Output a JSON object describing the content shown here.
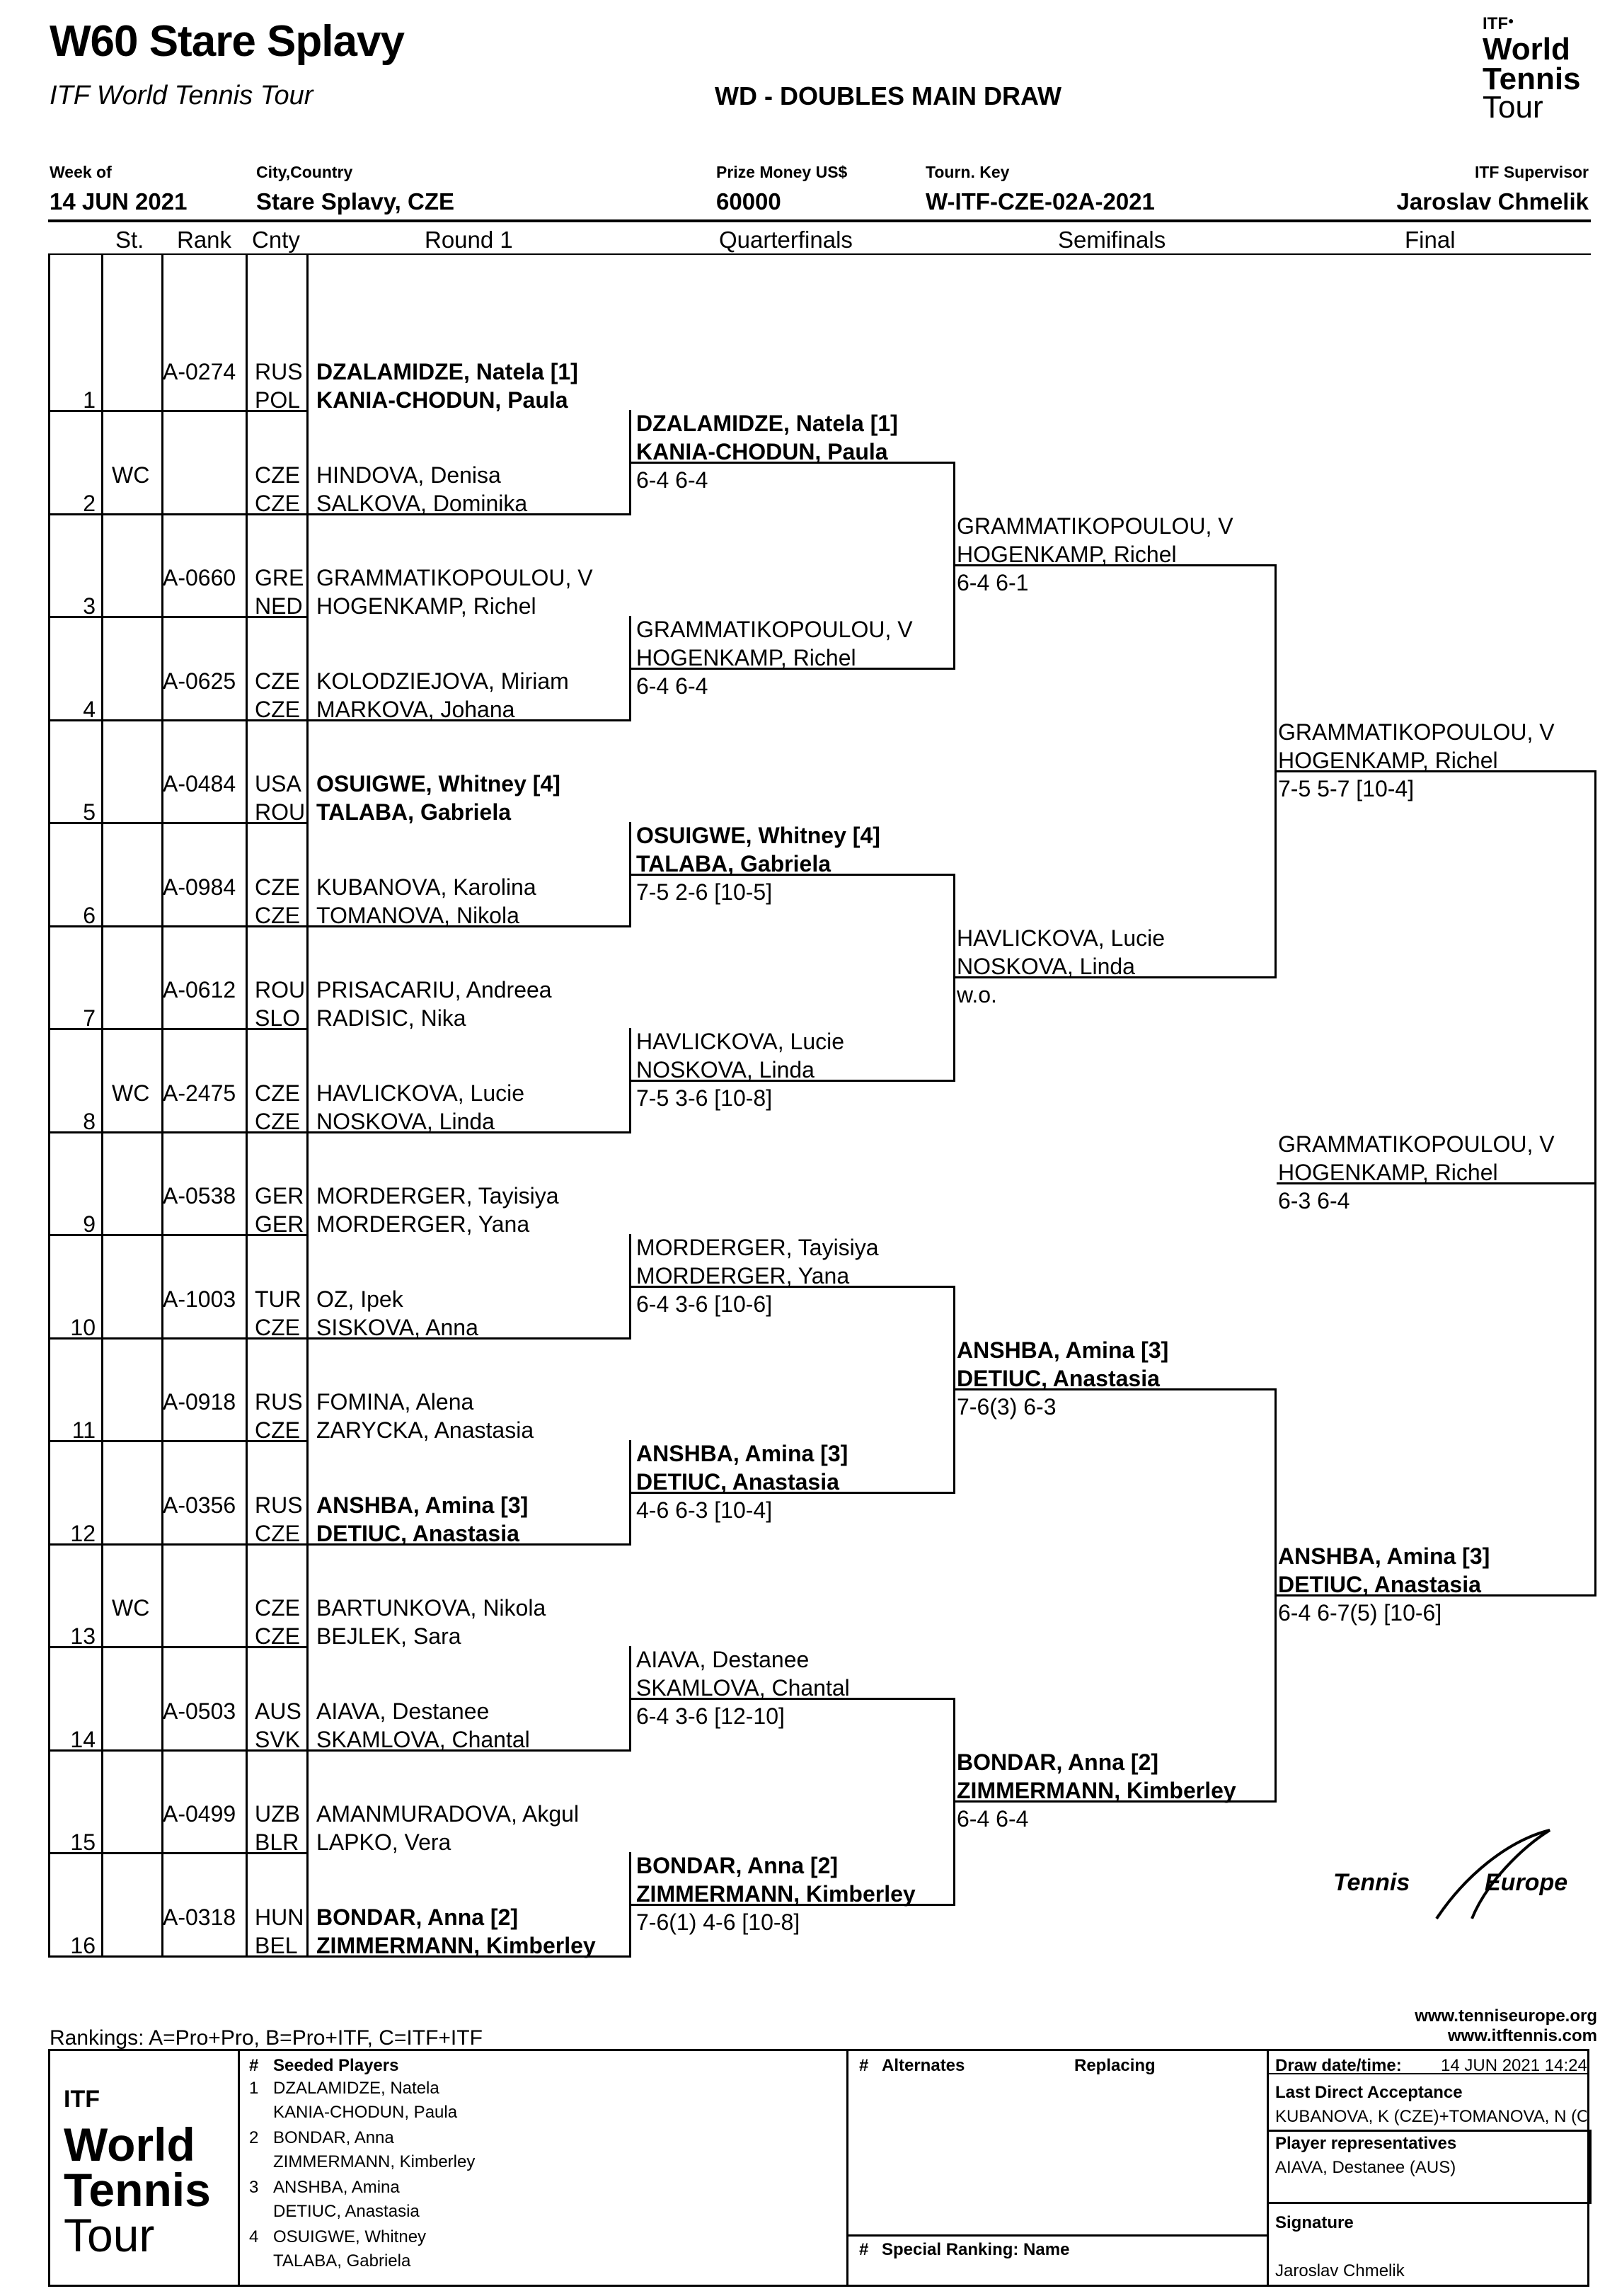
{
  "tournament": {
    "name": "W60 Stare Splavy",
    "tour": "ITF World Tennis Tour",
    "draw_type": "WD - DOUBLES MAIN DRAW"
  },
  "logo": {
    "itf": "ITF",
    "line1": "World",
    "line2": "Tennis",
    "line3": "Tour",
    "tm": "™"
  },
  "info": {
    "week_label": "Week of",
    "week": "14 JUN 2021",
    "city_label": "City,Country",
    "city": "Stare Splavy, CZE",
    "prize_label": "Prize Money US$",
    "prize": "60000",
    "key_label": "Tourn. Key",
    "key": "W-ITF-CZE-02A-2021",
    "supervisor_label": "ITF Supervisor",
    "supervisor": "Jaroslav Chmelik"
  },
  "columns": {
    "st": "St.",
    "rank": "Rank",
    "cnty": "Cnty",
    "r1": "Round 1",
    "qf": "Quarterfinals",
    "sf": "Semifinals",
    "final": "Final"
  },
  "round1": [
    {
      "n": "1",
      "st": "",
      "rank": "A-0274",
      "c1": "RUS",
      "c2": "POL",
      "p1": "DZALAMIDZE, Natela [1]",
      "p2": "KANIA-CHODUN, Paula",
      "bold": true
    },
    {
      "n": "2",
      "st": "WC",
      "rank": "",
      "c1": "CZE",
      "c2": "CZE",
      "p1": "HINDOVA, Denisa",
      "p2": "SALKOVA, Dominika",
      "bold": false
    },
    {
      "n": "3",
      "st": "",
      "rank": "A-0660",
      "c1": "GRE",
      "c2": "NED",
      "p1": "GRAMMATIKOPOULOU, V",
      "p2": "HOGENKAMP, Richel",
      "bold": false
    },
    {
      "n": "4",
      "st": "",
      "rank": "A-0625",
      "c1": "CZE",
      "c2": "CZE",
      "p1": "KOLODZIEJOVA, Miriam",
      "p2": "MARKOVA, Johana",
      "bold": false
    },
    {
      "n": "5",
      "st": "",
      "rank": "A-0484",
      "c1": "USA",
      "c2": "ROU",
      "p1": "OSUIGWE, Whitney [4]",
      "p2": "TALABA, Gabriela",
      "bold": true
    },
    {
      "n": "6",
      "st": "",
      "rank": "A-0984",
      "c1": "CZE",
      "c2": "CZE",
      "p1": "KUBANOVA, Karolina",
      "p2": "TOMANOVA, Nikola",
      "bold": false
    },
    {
      "n": "7",
      "st": "",
      "rank": "A-0612",
      "c1": "ROU",
      "c2": "SLO",
      "p1": "PRISACARIU, Andreea",
      "p2": "RADISIC, Nika",
      "bold": false
    },
    {
      "n": "8",
      "st": "WC",
      "rank": "A-2475",
      "c1": "CZE",
      "c2": "CZE",
      "p1": "HAVLICKOVA, Lucie",
      "p2": "NOSKOVA, Linda",
      "bold": false
    },
    {
      "n": "9",
      "st": "",
      "rank": "A-0538",
      "c1": "GER",
      "c2": "GER",
      "p1": "MORDERGER, Tayisiya",
      "p2": "MORDERGER, Yana",
      "bold": false
    },
    {
      "n": "10",
      "st": "",
      "rank": "A-1003",
      "c1": "TUR",
      "c2": "CZE",
      "p1": "OZ, Ipek",
      "p2": "SISKOVA, Anna",
      "bold": false
    },
    {
      "n": "11",
      "st": "",
      "rank": "A-0918",
      "c1": "RUS",
      "c2": "CZE",
      "p1": "FOMINA, Alena",
      "p2": "ZARYCKA, Anastasia",
      "bold": false
    },
    {
      "n": "12",
      "st": "",
      "rank": "A-0356",
      "c1": "RUS",
      "c2": "CZE",
      "p1": "ANSHBA, Amina [3]",
      "p2": "DETIUC, Anastasia",
      "bold": true
    },
    {
      "n": "13",
      "st": "WC",
      "rank": "",
      "c1": "CZE",
      "c2": "CZE",
      "p1": "BARTUNKOVA, Nikola",
      "p2": "BEJLEK, Sara",
      "bold": false
    },
    {
      "n": "14",
      "st": "",
      "rank": "A-0503",
      "c1": "AUS",
      "c2": "SVK",
      "p1": "AIAVA, Destanee",
      "p2": "SKAMLOVA, Chantal",
      "bold": false
    },
    {
      "n": "15",
      "st": "",
      "rank": "A-0499",
      "c1": "UZB",
      "c2": "BLR",
      "p1": "AMANMURADOVA, Akgul",
      "p2": "LAPKO, Vera",
      "bold": false
    },
    {
      "n": "16",
      "st": "",
      "rank": "A-0318",
      "c1": "HUN",
      "c2": "BEL",
      "p1": "BONDAR, Anna [2]",
      "p2": "ZIMMERMANN, Kimberley",
      "bold": true
    }
  ],
  "quarterfinals": [
    {
      "p1": "DZALAMIDZE, Natela [1]",
      "p2": "KANIA-CHODUN, Paula",
      "score": "6-4 6-4",
      "bold": true
    },
    {
      "p1": "GRAMMATIKOPOULOU, V",
      "p2": "HOGENKAMP, Richel",
      "score": "6-4 6-4",
      "bold": false
    },
    {
      "p1": "OSUIGWE, Whitney [4]",
      "p2": "TALABA, Gabriela",
      "score": "7-5 2-6 [10-5]",
      "bold": true
    },
    {
      "p1": "HAVLICKOVA, Lucie",
      "p2": "NOSKOVA, Linda",
      "score": "7-5 3-6 [10-8]",
      "bold": false
    },
    {
      "p1": "MORDERGER, Tayisiya",
      "p2": "MORDERGER, Yana",
      "score": "6-4 3-6 [10-6]",
      "bold": false
    },
    {
      "p1": "ANSHBA, Amina [3]",
      "p2": "DETIUC, Anastasia",
      "score": "4-6 6-3 [10-4]",
      "bold": true
    },
    {
      "p1": "AIAVA, Destanee",
      "p2": "SKAMLOVA, Chantal",
      "score": "6-4 3-6 [12-10]",
      "bold": false
    },
    {
      "p1": "BONDAR, Anna [2]",
      "p2": "ZIMMERMANN, Kimberley",
      "score": "7-6(1) 4-6 [10-8]",
      "bold": true
    }
  ],
  "semifinals": [
    {
      "p1": "GRAMMATIKOPOULOU, V",
      "p2": "HOGENKAMP, Richel",
      "score": "6-4 6-1",
      "bold": false
    },
    {
      "p1": "HAVLICKOVA, Lucie",
      "p2": "NOSKOVA, Linda",
      "score": "w.o.",
      "bold": false
    },
    {
      "p1": "ANSHBA, Amina [3]",
      "p2": "DETIUC, Anastasia",
      "score": "7-6(3) 6-3",
      "bold": true
    },
    {
      "p1": "BONDAR, Anna [2]",
      "p2": "ZIMMERMANN, Kimberley",
      "score": "6-4 6-4",
      "bold": true
    }
  ],
  "finalists": [
    {
      "p1": "GRAMMATIKOPOULOU, V",
      "p2": "HOGENKAMP, Richel",
      "score": "7-5 5-7 [10-4]",
      "bold": false
    },
    {
      "p1": "ANSHBA, Amina [3]",
      "p2": "DETIUC, Anastasia",
      "score": "6-4 6-7(5) [10-6]",
      "bold": true
    }
  ],
  "winner": {
    "p1": "GRAMMATIKOPOULOU, V",
    "p2": "HOGENKAMP, Richel",
    "score": "6-3 6-4"
  },
  "tennis_europe": {
    "left": "Tennis",
    "right": "Europe",
    "url1": "www.tenniseurope.org",
    "url2": "www.itftennis.com"
  },
  "rankings_legend": "Rankings: A=Pro+Pro, B=Pro+ITF, C=ITF+ITF",
  "footer": {
    "seeded_title": "Seeded Players",
    "seeded": [
      {
        "n": "1",
        "a": "DZALAMIDZE, Natela",
        "b": "KANIA-CHODUN, Paula"
      },
      {
        "n": "2",
        "a": "BONDAR, Anna",
        "b": "ZIMMERMANN, Kimberley"
      },
      {
        "n": "3",
        "a": "ANSHBA, Amina",
        "b": "DETIUC, Anastasia"
      },
      {
        "n": "4",
        "a": "OSUIGWE, Whitney",
        "b": "TALABA, Gabriela"
      }
    ],
    "hash": "#",
    "alternates": "Alternates",
    "replacing": "Replacing",
    "special_ranking": "Special Ranking: Name",
    "draw_date_label": "Draw date/time:",
    "draw_date": "14 JUN 2021 14:24",
    "lda_label": "Last Direct Acceptance",
    "lda": "KUBANOVA, K (CZE)+TOMANOVA, N (C",
    "rep_label": "Player representatives",
    "rep": "AIAVA, Destanee (AUS)",
    "sig_label": "Signature",
    "sig": "Jaroslav Chmelik"
  }
}
